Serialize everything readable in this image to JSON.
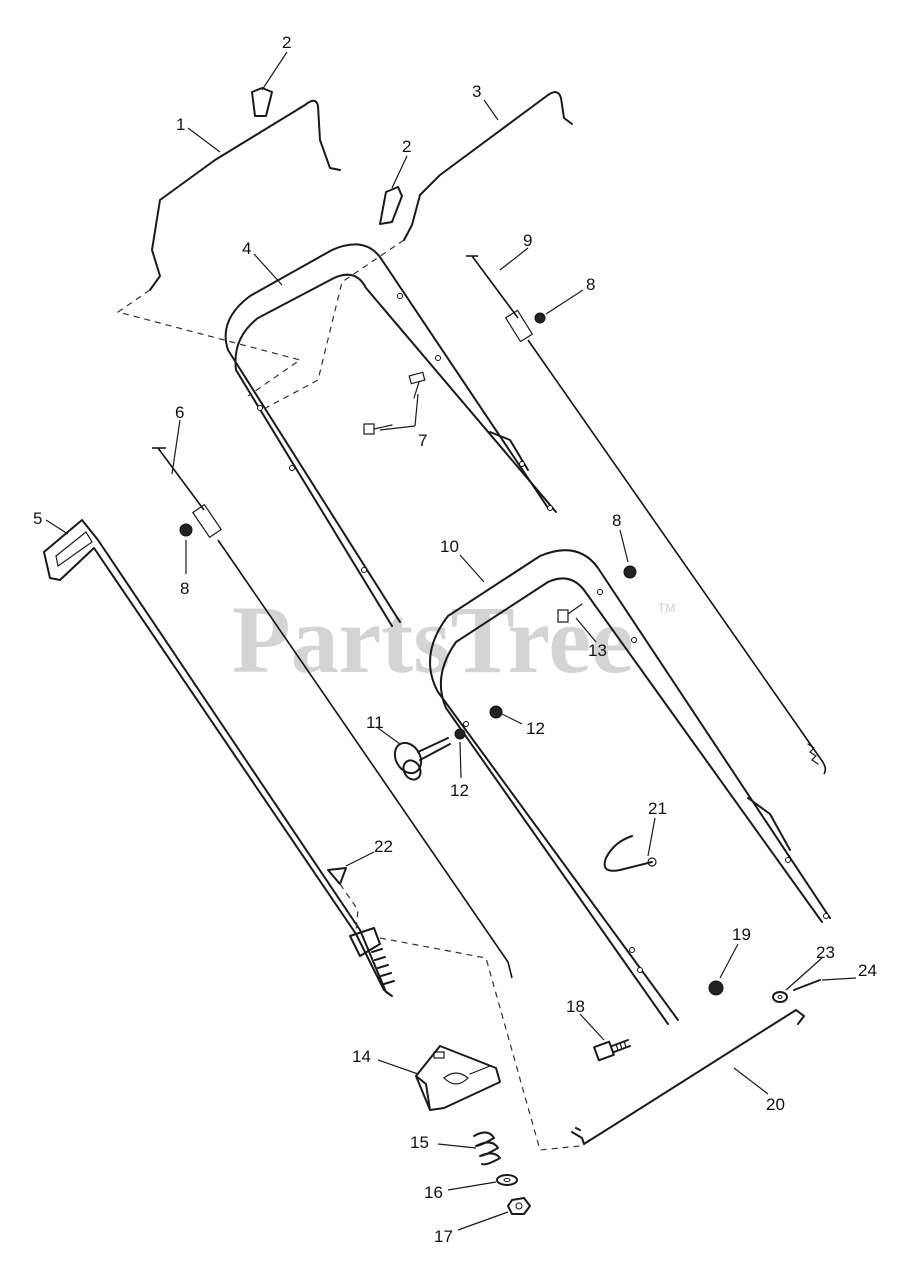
{
  "watermark": {
    "text": "PartsTree",
    "trademark": "TM"
  },
  "callouts": [
    {
      "id": "c1",
      "label": "1"
    },
    {
      "id": "c2a",
      "label": "2"
    },
    {
      "id": "c2b",
      "label": "2"
    },
    {
      "id": "c3",
      "label": "3"
    },
    {
      "id": "c4",
      "label": "4"
    },
    {
      "id": "c5",
      "label": "5"
    },
    {
      "id": "c6",
      "label": "6"
    },
    {
      "id": "c7",
      "label": "7"
    },
    {
      "id": "c8a",
      "label": "8"
    },
    {
      "id": "c8b",
      "label": "8"
    },
    {
      "id": "c8c",
      "label": "8"
    },
    {
      "id": "c9",
      "label": "9"
    },
    {
      "id": "c10",
      "label": "10"
    },
    {
      "id": "c11",
      "label": "11"
    },
    {
      "id": "c12a",
      "label": "12"
    },
    {
      "id": "c12b",
      "label": "12"
    },
    {
      "id": "c13",
      "label": "13"
    },
    {
      "id": "c14",
      "label": "14"
    },
    {
      "id": "c15",
      "label": "15"
    },
    {
      "id": "c16",
      "label": "16"
    },
    {
      "id": "c17",
      "label": "17"
    },
    {
      "id": "c18",
      "label": "18"
    },
    {
      "id": "c19",
      "label": "19"
    },
    {
      "id": "c20",
      "label": "20"
    },
    {
      "id": "c21",
      "label": "21"
    },
    {
      "id": "c22",
      "label": "22"
    },
    {
      "id": "c23",
      "label": "23"
    },
    {
      "id": "c24",
      "label": "24"
    }
  ]
}
